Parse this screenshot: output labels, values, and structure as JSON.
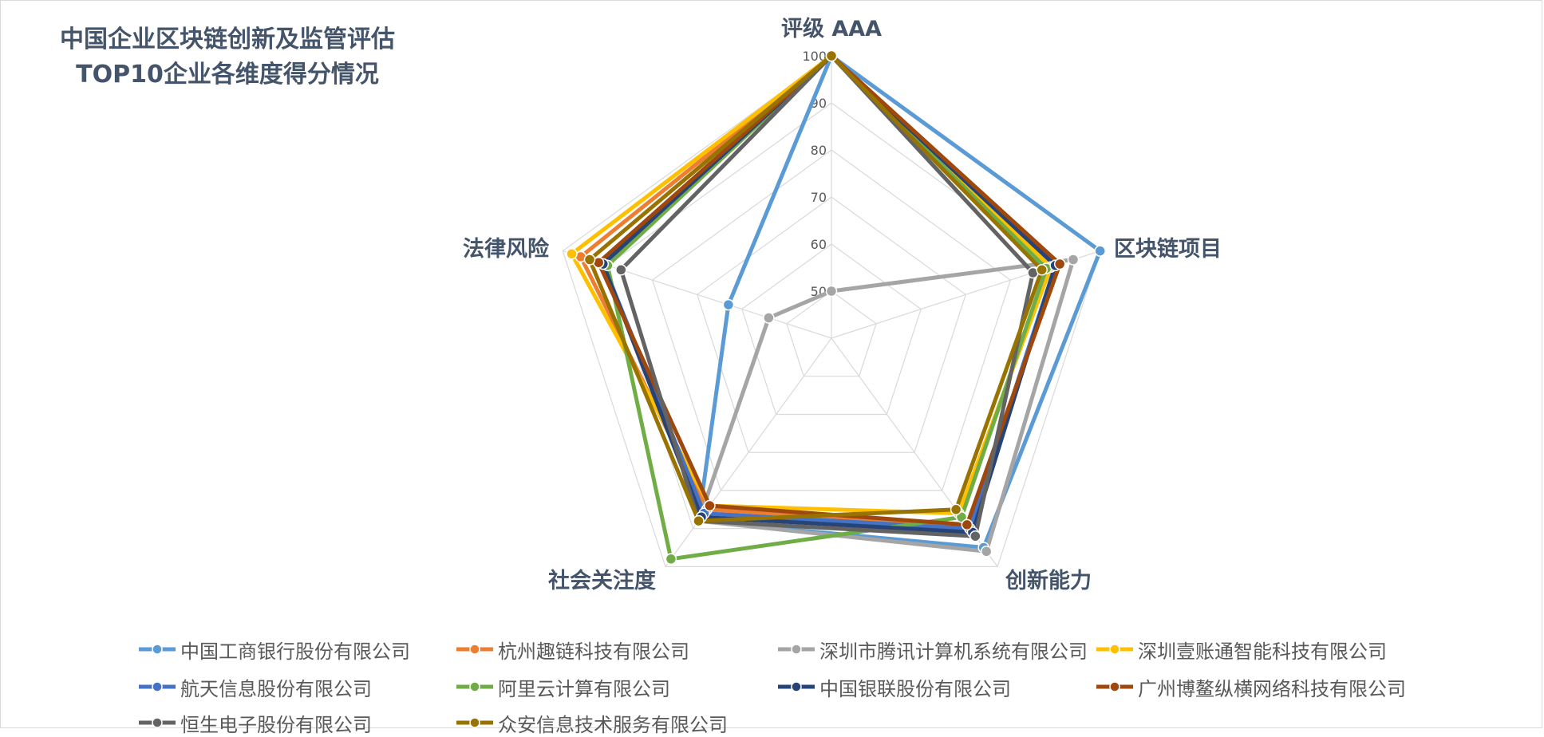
{
  "chart_data": {
    "type": "radar",
    "title_lines": [
      "中国企业区块链创新及监管评估",
      "TOP10企业各维度得分情况"
    ],
    "axes": [
      "评级 AAA",
      "区块链项目",
      "创新能力",
      "社会关注度",
      "法律风险"
    ],
    "r_ticks": [
      50,
      60,
      70,
      80,
      90,
      100
    ],
    "r_range": [
      40,
      100
    ],
    "grid": true,
    "legend_position": "bottom",
    "series": [
      {
        "name": "中国工商银行股份有限公司",
        "color": "#5b9bd5",
        "values": [
          100,
          100,
          95,
          88,
          63
        ]
      },
      {
        "name": "杭州趣链科技有限公司",
        "color": "#ed7d31",
        "values": [
          100,
          91,
          89,
          85,
          96
        ]
      },
      {
        "name": "深圳市腾讯计算机系统有限公司",
        "color": "#a5a5a5",
        "values": [
          50,
          94,
          96,
          88,
          54
        ]
      },
      {
        "name": "深圳壹账通智能科技有限公司",
        "color": "#ffc000",
        "values": [
          100,
          89,
          86,
          84,
          98
        ]
      },
      {
        "name": "航天信息股份有限公司",
        "color": "#4472c4",
        "values": [
          100,
          90,
          90,
          86,
          91
        ]
      },
      {
        "name": "阿里云计算有限公司",
        "color": "#70ad47",
        "values": [
          100,
          88,
          87,
          98,
          90
        ]
      },
      {
        "name": "中国银联股份有限公司",
        "color": "#264478",
        "values": [
          100,
          90,
          91,
          87,
          91
        ]
      },
      {
        "name": "广州博鳌纵横网络科技有限公司",
        "color": "#9e480e",
        "values": [
          100,
          91,
          89,
          84,
          92
        ]
      },
      {
        "name": "恒生电子股份有限公司",
        "color": "#636363",
        "values": [
          100,
          85,
          92,
          88,
          87
        ]
      },
      {
        "name": "众安信息技术服务有限公司",
        "color": "#997300",
        "values": [
          100,
          87,
          85,
          88,
          94
        ]
      }
    ]
  }
}
